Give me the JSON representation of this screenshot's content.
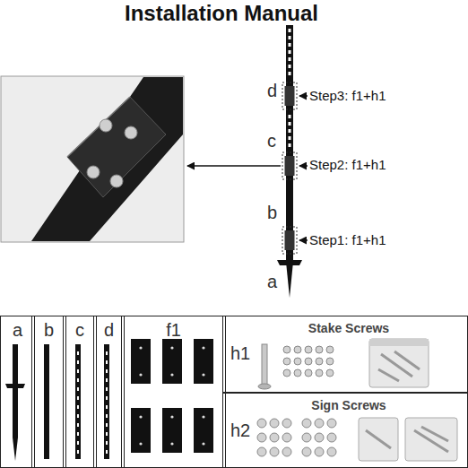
{
  "diagram": {
    "title": "Installation Manual",
    "nodes": [
      {
        "text": [
          "a"
        ]
      },
      {
        "text": [
          "b"
        ]
      },
      {
        "text": [
          "c"
        ]
      },
      {
        "text": [
          "d"
        ]
      },
      {
        "text": [
          "f1"
        ]
      },
      {
        "text": [
          "h1",
          "Stake Screws"
        ]
      },
      {
        "text": [
          "h2",
          "Sign Screws"
        ]
      }
    ],
    "labels": [
      "d",
      "Step3: f1+h1",
      "c",
      "Step2: f1+h1",
      "b",
      "Step1: f1+h1",
      "a"
    ]
  }
}
